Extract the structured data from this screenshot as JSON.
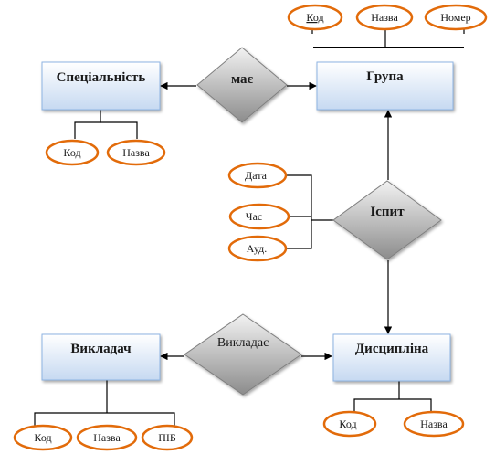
{
  "entities": [
    {
      "id": "specialnist",
      "label": "Спеціальність"
    },
    {
      "id": "hrupa",
      "label": "Група"
    },
    {
      "id": "vykladach",
      "label": "Викладач"
    },
    {
      "id": "dystsyplina",
      "label": "Дисципліна"
    }
  ],
  "relationships": [
    {
      "id": "maye",
      "label": "має"
    },
    {
      "id": "ispyt",
      "label": "Іспит"
    },
    {
      "id": "vykladaye",
      "label": "Викладає"
    }
  ],
  "attributes": {
    "hrupa": [
      {
        "label": "Код",
        "key": true
      },
      {
        "label": "Назва",
        "key": false
      },
      {
        "label": "Номер",
        "key": false
      }
    ],
    "specialnist": [
      {
        "label": "Код",
        "key": false
      },
      {
        "label": "Назва",
        "key": false
      }
    ],
    "ispyt": [
      {
        "label": "Дата",
        "key": false
      },
      {
        "label": "Час",
        "key": false
      },
      {
        "label": "Ауд.",
        "key": false
      }
    ],
    "vykladach": [
      {
        "label": "Код",
        "key": false
      },
      {
        "label": "Назва",
        "key": false
      },
      {
        "label": "ПІБ",
        "key": false
      }
    ],
    "dystsyplina": [
      {
        "label": "Код",
        "key": false
      },
      {
        "label": "Назва",
        "key": false
      }
    ]
  },
  "colors": {
    "entity_fill_top": "#ffffff",
    "entity_fill_bottom": "#c6d9f1",
    "entity_stroke": "#8eb4e3",
    "relation_fill_top": "#f2f2f2",
    "relation_fill_bottom": "#8c8c8c",
    "attr_stroke": "#e26b0a"
  }
}
